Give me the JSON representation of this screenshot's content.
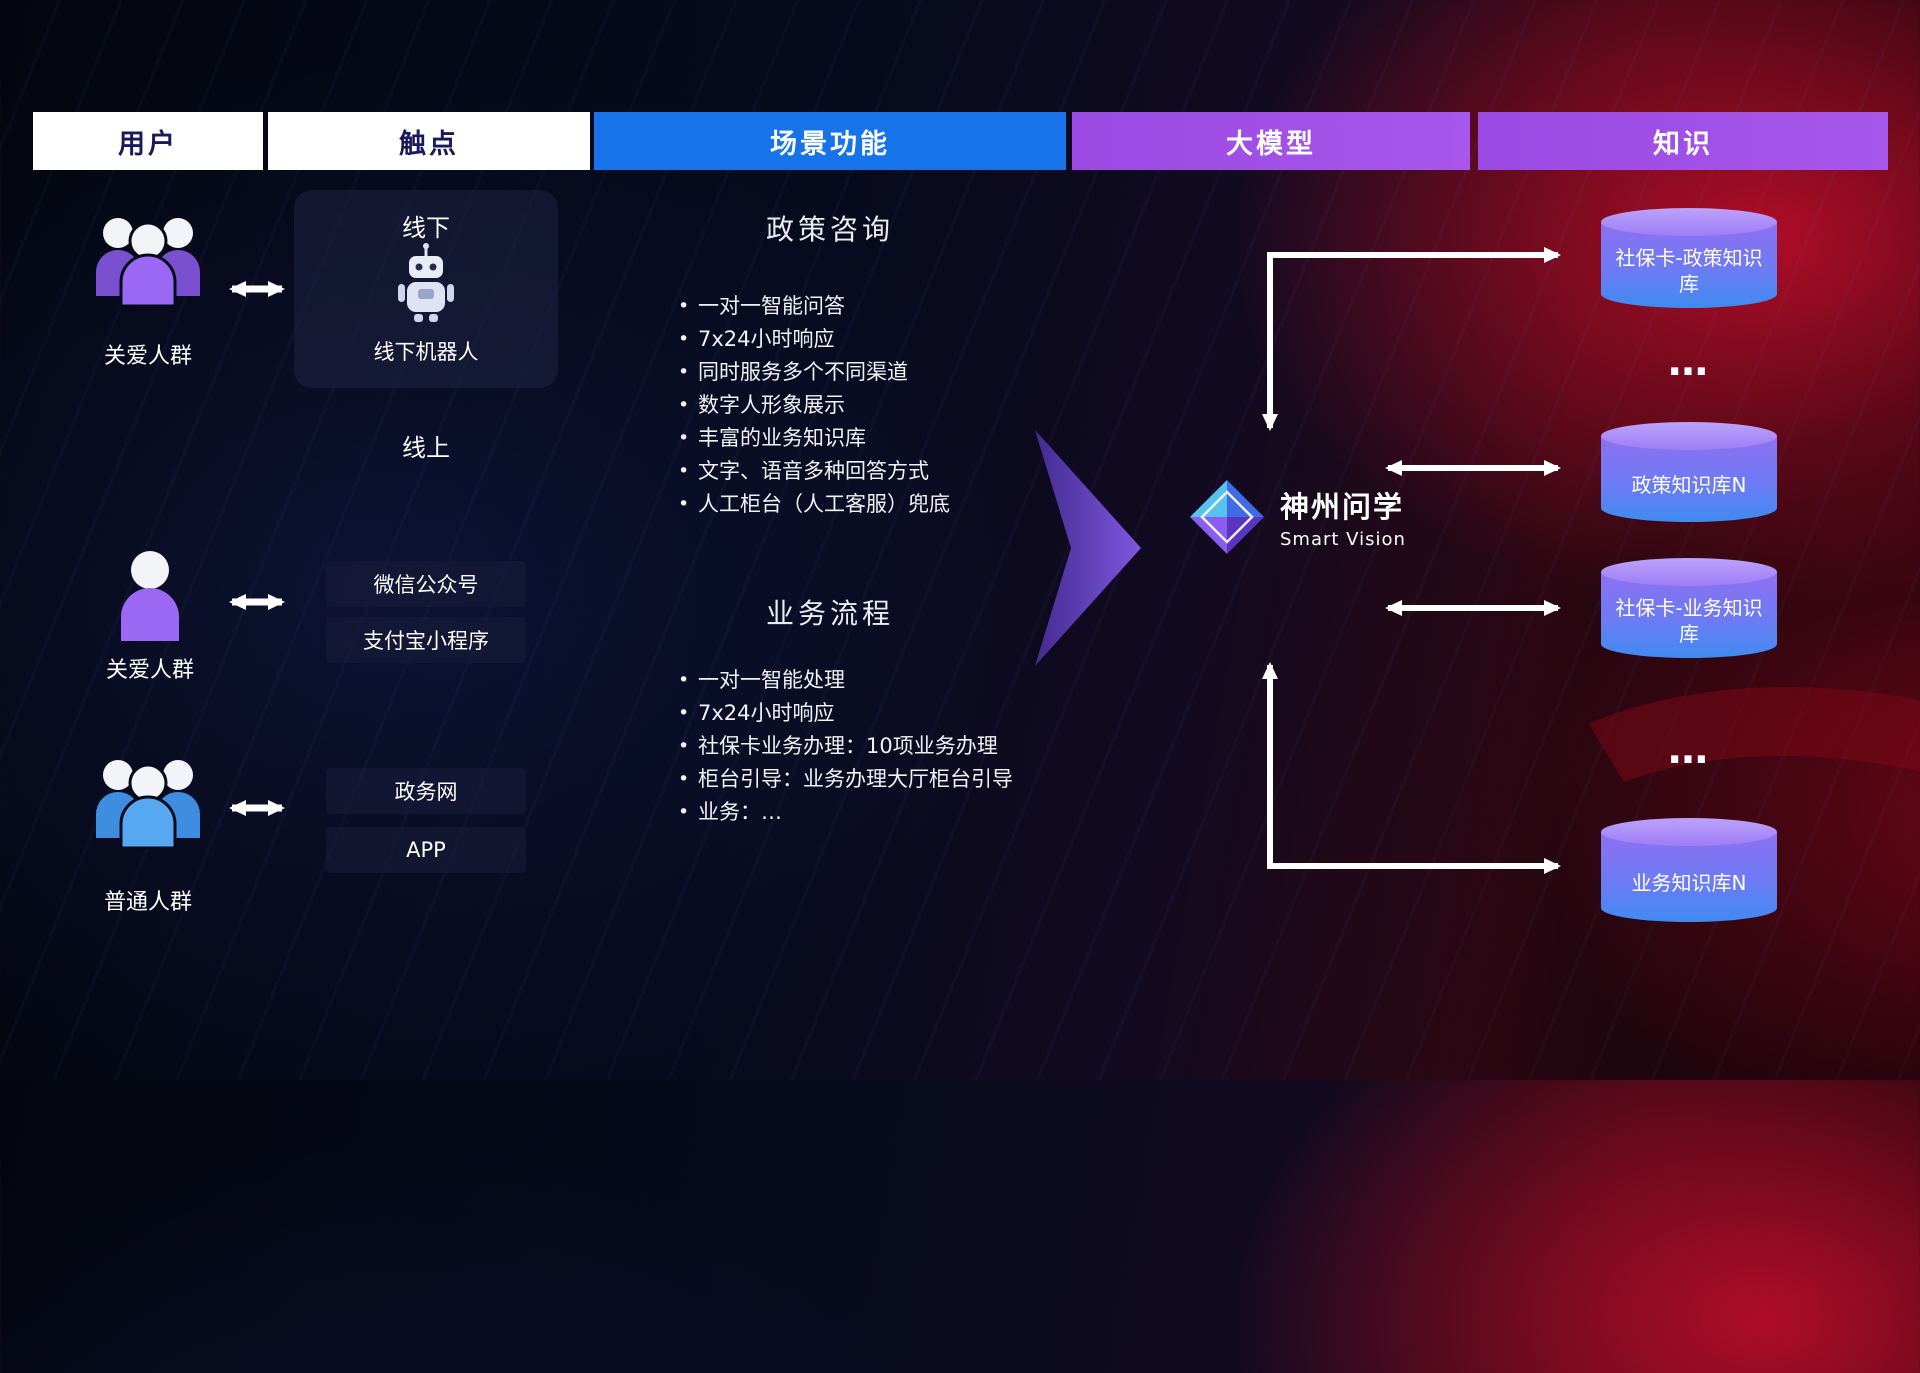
{
  "headers": [
    {
      "label": "用户"
    },
    {
      "label": "触点"
    },
    {
      "label": "场景功能"
    },
    {
      "label": "大模型"
    },
    {
      "label": "知识"
    }
  ],
  "users": [
    {
      "label": "关爱人群",
      "icon": "group-purple-icon"
    },
    {
      "label": "关爱人群",
      "icon": "person-purple-icon"
    },
    {
      "label": "普通人群",
      "icon": "group-blue-icon"
    }
  ],
  "touchpoints": {
    "offline_title": "线下",
    "robot_label": "线下机器人",
    "online_title": "线上",
    "channels": [
      "微信公众号",
      "支付宝小程序",
      "政务网",
      "APP"
    ]
  },
  "scenes": [
    {
      "title": "政策咨询",
      "items": [
        "一对一智能问答",
        "7x24小时响应",
        "同时服务多个不同渠道",
        "数字人形象展示",
        "丰富的业务知识库",
        "文字、语音多种回答方式",
        "人工柜台（人工客服）兜底"
      ]
    },
    {
      "title": "业务流程",
      "items": [
        "一对一智能处理",
        "7x24小时响应",
        "社保卡业务办理：10项业务办理",
        "柜台引导：业务办理大厅柜台引导",
        "业务：…"
      ]
    }
  ],
  "model": {
    "name": "神州问学",
    "subtitle": "Smart Vision"
  },
  "knowledge": [
    {
      "label": "社保卡-政策知识库",
      "type": "database"
    },
    {
      "label": "…",
      "type": "dots"
    },
    {
      "label": "政策知识库N",
      "type": "database"
    },
    {
      "label": "社保卡-业务知识库",
      "type": "database"
    },
    {
      "label": "…",
      "type": "dots"
    },
    {
      "label": "业务知识库N",
      "type": "database"
    }
  ],
  "colors": {
    "header_blue": "#1673ea",
    "header_purple": "#9b4ce4",
    "header_text_dark": "#191a5e",
    "cylinder_purple_top": "#9d7df6",
    "cylinder_body_start": "#8f6ff2",
    "cylinder_body_end": "#3f8bf0",
    "people_purple": "#9a68f2",
    "people_blue": "#56a8f0",
    "connector_white": "#ffffff",
    "flow_arrow_purple": "#7e57e0",
    "background_red": "#8c0a1e",
    "background_navy": "#060a1c"
  }
}
